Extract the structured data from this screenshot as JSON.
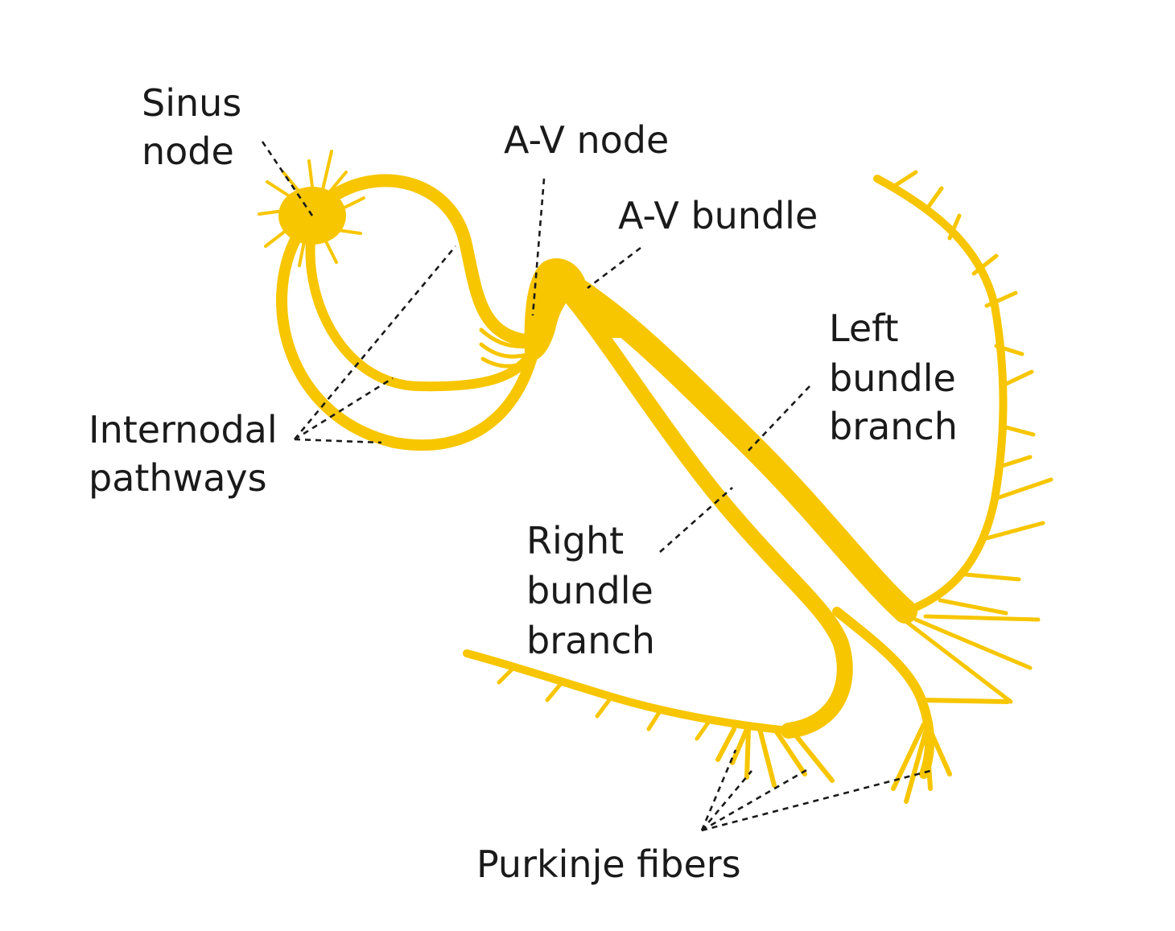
{
  "colors": {
    "conduction": "#f7c600",
    "text": "#1a1a1a",
    "background": "#ffffff"
  },
  "labels": {
    "sinus_node": [
      "Sinus",
      "node"
    ],
    "av_node": "A-V node",
    "av_bundle": "A-V bundle",
    "left_bundle_branch": [
      "Left",
      "bundle",
      "branch"
    ],
    "internodal_pathways": [
      "Internodal",
      "pathways"
    ],
    "right_bundle_branch": [
      "Right",
      "bundle",
      "branch"
    ],
    "purkinje_fibers": "Purkinje fibers"
  }
}
